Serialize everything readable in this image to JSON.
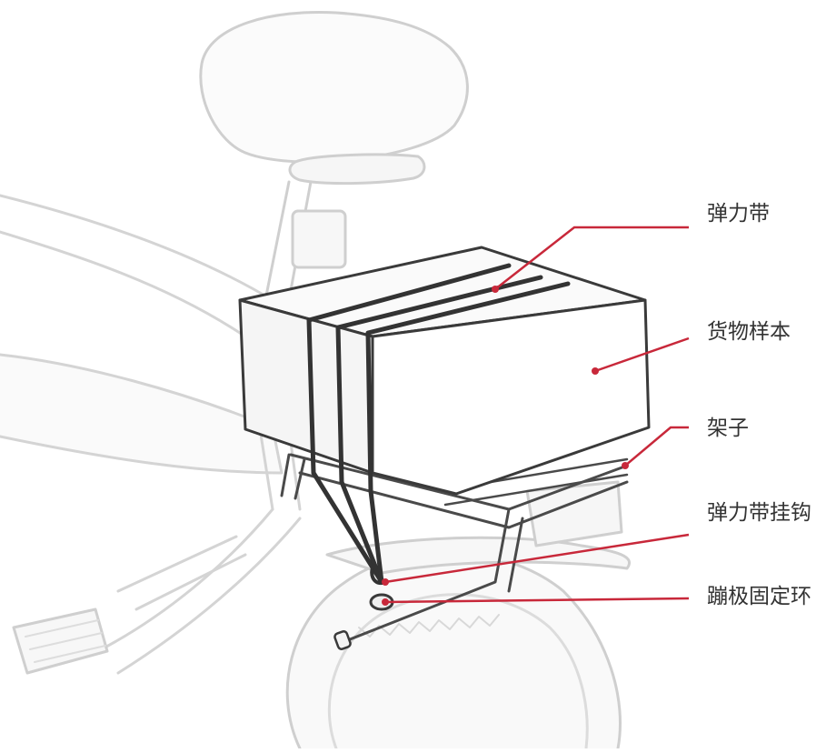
{
  "colors": {
    "callout": "#c8283a",
    "sketch": "#cfcfcf",
    "sketch_dark": "#3a3a3a",
    "text": "#333333"
  },
  "callouts": [
    {
      "id": "elastic-strap",
      "label": "弹力带"
    },
    {
      "id": "cargo-sample",
      "label": "货物样本"
    },
    {
      "id": "rack",
      "label": "架子"
    },
    {
      "id": "strap-hook",
      "label": "弹力带挂钩"
    },
    {
      "id": "footrest-ring",
      "label": "蹦极固定环"
    }
  ]
}
